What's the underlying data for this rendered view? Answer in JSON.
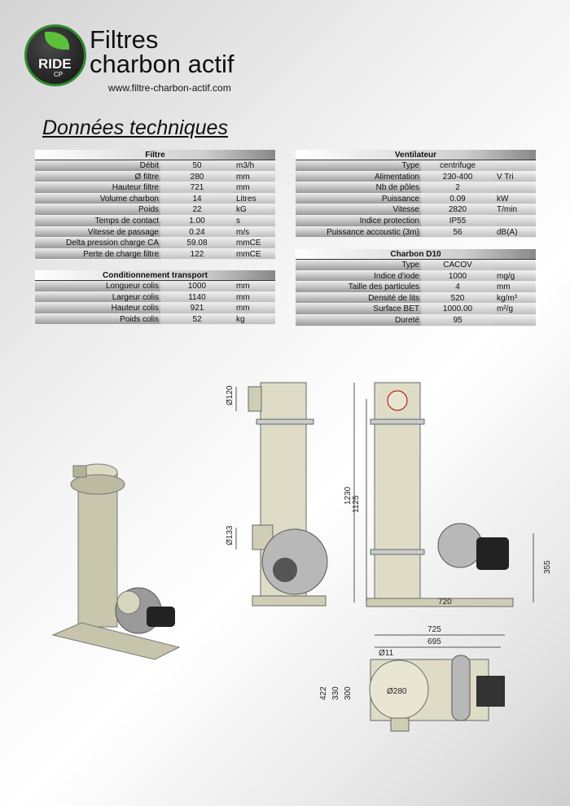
{
  "header": {
    "brand": "RIDE CP",
    "title_line1": "Filtres",
    "title_line2": "charbon actif",
    "url": "www.filtre-charbon-actif.com",
    "section_title": "Données techniques"
  },
  "tables": {
    "filtre": {
      "title": "Filtre",
      "rows": [
        {
          "label": "Débit",
          "value": "50",
          "unit": "m3/h"
        },
        {
          "label": "Ø filtre",
          "value": "280",
          "unit": "mm"
        },
        {
          "label": "Hauteur filtre",
          "value": "721",
          "unit": "mm"
        },
        {
          "label": "Volume charbon",
          "value": "14",
          "unit": "Litres"
        },
        {
          "label": "Poids",
          "value": "22",
          "unit": "kG"
        },
        {
          "label": "Temps de contact",
          "value": "1.00",
          "unit": "s"
        },
        {
          "label": "Vitesse de passage",
          "value": "0.24",
          "unit": "m/s"
        },
        {
          "label": "Delta pression charge CA",
          "value": "59.08",
          "unit": "mmCE"
        },
        {
          "label": "Perte de charge filtre",
          "value": "122",
          "unit": "mmCE"
        }
      ]
    },
    "transport": {
      "title": "Conditionnement transport",
      "rows": [
        {
          "label": "Longueur colis",
          "value": "1000",
          "unit": "mm"
        },
        {
          "label": "Largeur colis",
          "value": "1140",
          "unit": "mm"
        },
        {
          "label": "Hauteur colis",
          "value": "921",
          "unit": "mm"
        },
        {
          "label": "Poids colis",
          "value": "52",
          "unit": "kg"
        }
      ]
    },
    "ventilateur": {
      "title": "Ventilateur",
      "rows": [
        {
          "label": "Type",
          "value": "centrifuge",
          "unit": ""
        },
        {
          "label": "Alimentation",
          "value": "230-400",
          "unit": "V Tri"
        },
        {
          "label": "Nb de pôles",
          "value": "2",
          "unit": ""
        },
        {
          "label": "Puissance",
          "value": "0.09",
          "unit": "kW"
        },
        {
          "label": "Vitesse",
          "value": "2820",
          "unit": "T/min"
        },
        {
          "label": "Indice protection",
          "value": "IP55",
          "unit": ""
        },
        {
          "label": "Puissance accoustic (3m)",
          "value": "56",
          "unit": "dB(A)"
        }
      ]
    },
    "charbon": {
      "title": "Charbon D10",
      "rows": [
        {
          "label": "Type",
          "value": "CACOV",
          "unit": ""
        },
        {
          "label": "Indice d'iode",
          "value": "1000",
          "unit": "mg/g"
        },
        {
          "label": "Taille des particules",
          "value": "4",
          "unit": "mm"
        },
        {
          "label": "Densité de lits",
          "value": "520",
          "unit": "kg/m³"
        },
        {
          "label": "Surface BET",
          "value": "1000.00",
          "unit": "m²/g"
        },
        {
          "label": "Dureté",
          "value": "95",
          "unit": ""
        }
      ]
    }
  },
  "drawing": {
    "dims": {
      "d120": "Ø120",
      "d133": "Ø133",
      "h1230": "1230",
      "h1125": "1125",
      "h355": "355",
      "w720": "720",
      "w725": "725",
      "w695": "695",
      "d11": "Ø11",
      "d280": "Ø280",
      "h422": "422",
      "h330": "330",
      "h300": "300"
    }
  }
}
